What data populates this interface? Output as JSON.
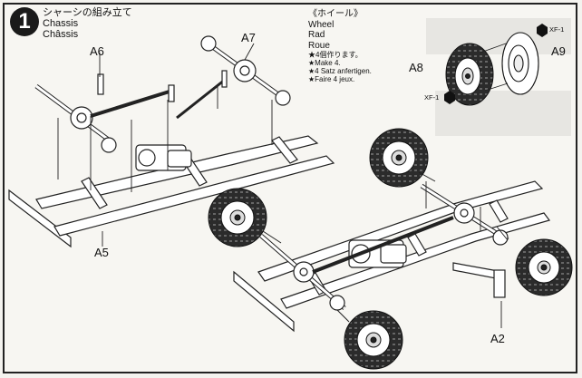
{
  "step": {
    "number": "1",
    "title_jp": "シャーシの組み立て",
    "title_en": "Chassis",
    "title_de": "Châssis"
  },
  "wheel_section": {
    "title_jp": "《ホイール》",
    "title_en": "Wheel",
    "title_de": "Rad",
    "title_fr": "Roue",
    "instructions": [
      "★4個作ります。",
      "★Make 4.",
      "★4 Satz anfertigen.",
      "★Faire 4 jeux."
    ]
  },
  "part_labels": {
    "a6": "A6",
    "a7": "A7",
    "a5": "A5",
    "a2": "A2",
    "a8": "A8",
    "a9": "A9",
    "xf1_top": "XF-1",
    "xf1_bottom": "XF-1"
  }
}
